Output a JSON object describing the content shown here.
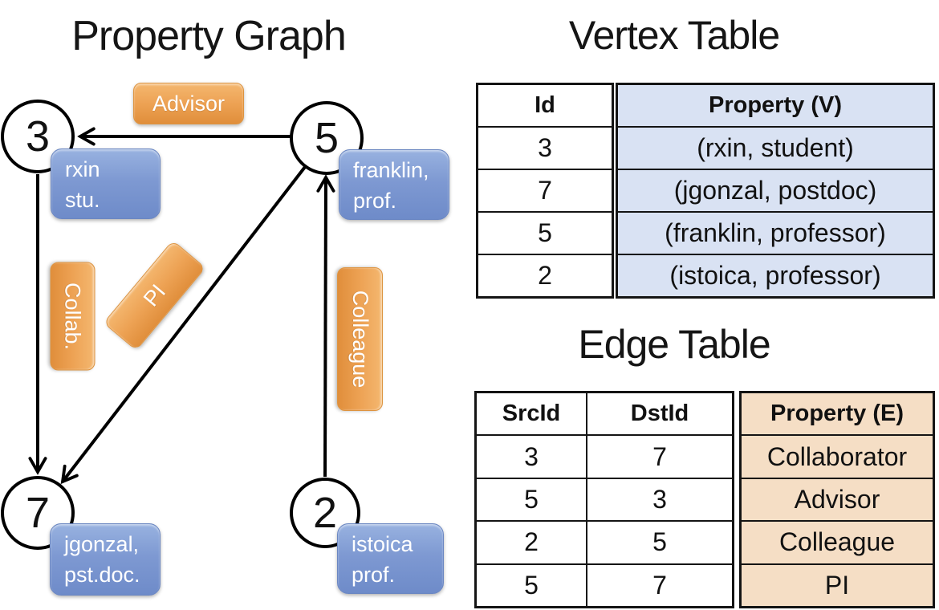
{
  "graph": {
    "title": "Property Graph",
    "nodes": [
      {
        "id": "3",
        "label_lines": [
          "rxin",
          "stu."
        ]
      },
      {
        "id": "5",
        "label_lines": [
          "franklin,",
          "prof."
        ]
      },
      {
        "id": "7",
        "label_lines": [
          "jgonzal,",
          "pst.doc."
        ]
      },
      {
        "id": "2",
        "label_lines": [
          "istoica",
          "prof."
        ]
      }
    ],
    "edge_labels": [
      "Advisor",
      "Collab.",
      "PI",
      "Colleague"
    ]
  },
  "vertex_table": {
    "title": "Vertex Table",
    "columns": [
      "Id",
      "Property (V)"
    ],
    "rows": [
      [
        "3",
        "(rxin, student)"
      ],
      [
        "7",
        "(jgonzal, postdoc)"
      ],
      [
        "5",
        "(franklin, professor)"
      ],
      [
        "2",
        "(istoica, professor)"
      ]
    ]
  },
  "edge_table": {
    "title": "Edge Table",
    "columns": [
      "SrcId",
      "DstId",
      "Property (E)"
    ],
    "rows": [
      [
        "3",
        "7",
        "Collaborator"
      ],
      [
        "5",
        "3",
        "Advisor"
      ],
      [
        "2",
        "5",
        "Colleague"
      ],
      [
        "5",
        "7",
        "PI"
      ]
    ]
  },
  "colors": {
    "vertex_box_top": "#98B2E0",
    "vertex_box_bottom": "#6E8BC9",
    "edge_box_top": "#F4B76F",
    "edge_box_bottom": "#E08E3B",
    "vertex_table_fill": "#D9E2F3",
    "edge_table_fill": "#F5DEC5",
    "line": "#000000"
  }
}
